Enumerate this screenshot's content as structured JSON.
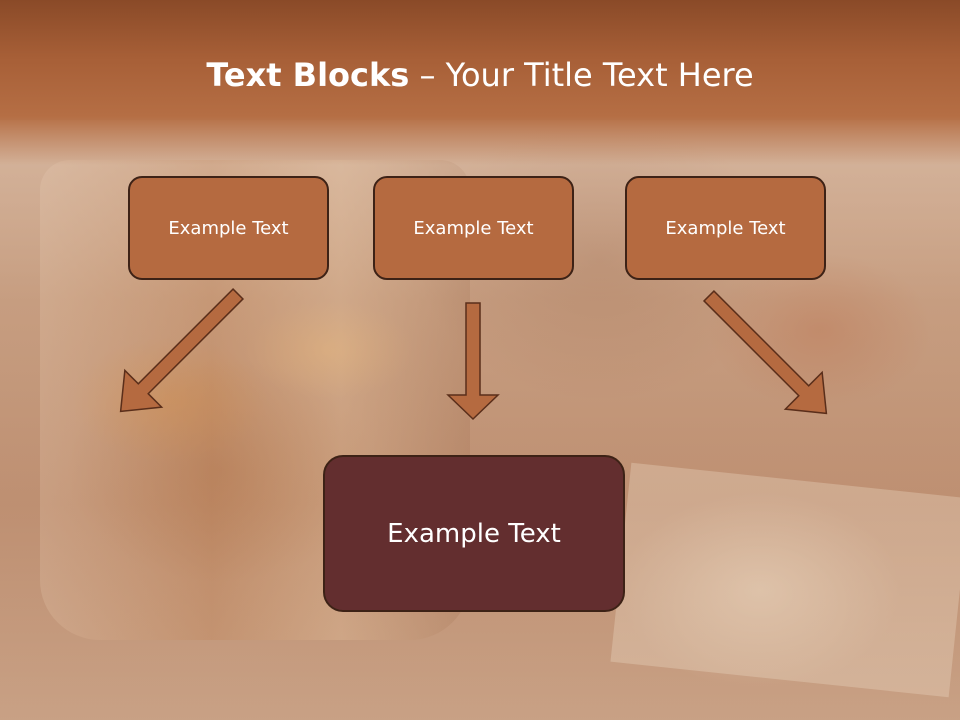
{
  "slide": {
    "title_bold": "Text Blocks",
    "title_sep": " – ",
    "title_rest": "Your Title Text Here"
  },
  "blocks": [
    {
      "label": "Example Text"
    },
    {
      "label": "Example Text"
    },
    {
      "label": "Example Text"
    }
  ],
  "target_block": {
    "label": "Example Text"
  },
  "colors": {
    "header": "#a75f37",
    "block_fill": "#b56a40",
    "block_border": "#3d2216",
    "target_fill": "#632e2f",
    "arrow_fill": "#b56a40"
  }
}
